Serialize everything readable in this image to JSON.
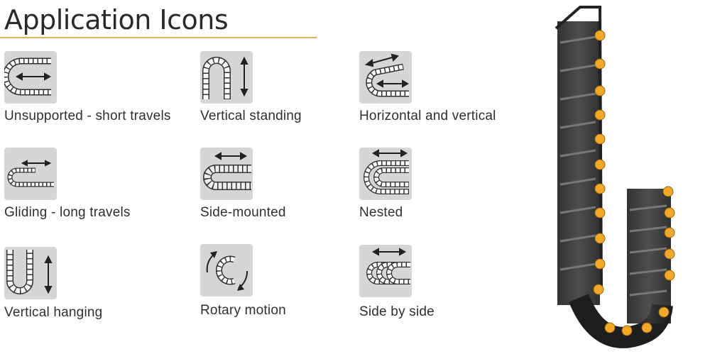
{
  "header": {
    "title": "Application Icons"
  },
  "brand": {
    "accent": "#e3b25a",
    "icon_bg": "#d6d6d6",
    "chain": "#2a2a2a",
    "roller": "#f0a92a"
  },
  "applications": [
    {
      "label": "Unsupported - short travels",
      "icon": "unsupported-icon"
    },
    {
      "label": "Vertical standing",
      "icon": "vertical-standing-icon"
    },
    {
      "label": "Horizontal and vertical",
      "icon": "horizontal-vertical-icon"
    },
    {
      "label": "Gliding - long travels",
      "icon": "gliding-icon"
    },
    {
      "label": "Side-mounted",
      "icon": "side-mounted-icon"
    },
    {
      "label": "Nested",
      "icon": "nested-icon"
    },
    {
      "label": "Vertical hanging",
      "icon": "vertical-hanging-icon"
    },
    {
      "label": "Rotary motion",
      "icon": "rotary-motion-icon"
    },
    {
      "label": "Side by side",
      "icon": "side-by-side-icon"
    }
  ]
}
